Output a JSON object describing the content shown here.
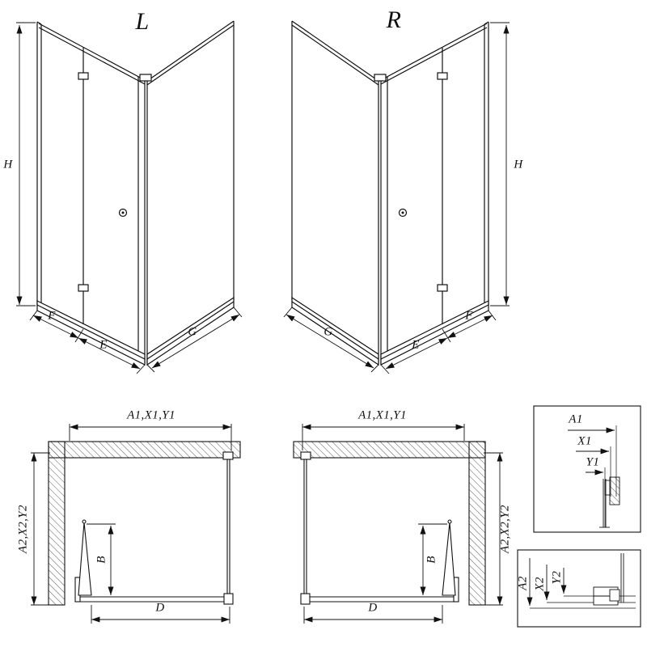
{
  "perspective_views": {
    "left": {
      "title": "L",
      "dim_height": "H",
      "dim_fixed_width": "F",
      "dim_door_width": "E",
      "dim_side_width": "G"
    },
    "right": {
      "title": "R",
      "dim_height": "H",
      "dim_fixed_width": "F",
      "dim_door_width": "E",
      "dim_side_width": "G"
    }
  },
  "plan_views": {
    "left": {
      "dim_width": "A1,X1,Y1",
      "dim_depth": "A2,X2,Y2",
      "dim_door_fold": "B",
      "dim_entry": "D"
    },
    "right": {
      "dim_width": "A1,X1,Y1",
      "dim_depth": "A2,X2,Y2",
      "dim_door_fold": "B",
      "dim_entry": "D"
    }
  },
  "detail_views": {
    "wall_profile": {
      "dim_a1": "A1",
      "dim_x1": "X1",
      "dim_y1": "Y1"
    },
    "bottom_profile": {
      "dim_a2": "A2",
      "dim_x2": "X2",
      "dim_y2": "Y2"
    }
  }
}
